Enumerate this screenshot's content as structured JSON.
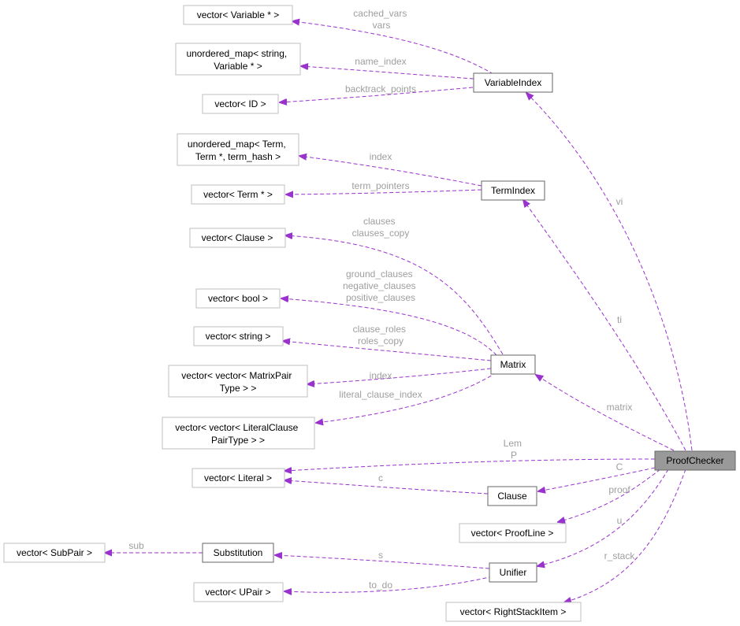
{
  "title": "ProofChecker",
  "colors": {
    "edge": "#9a32cd",
    "label": "#9e9e9e",
    "focus_fill": "#999999"
  },
  "nodes": {
    "n_vec_var": {
      "lines": [
        "vector< Variable * >"
      ]
    },
    "n_umap_var": {
      "lines": [
        "unordered_map< string,",
        "Variable * >"
      ]
    },
    "n_vec_id": {
      "lines": [
        "vector< ID >"
      ]
    },
    "n_varindex": {
      "lines": [
        "VariableIndex"
      ]
    },
    "n_umap_term": {
      "lines": [
        "unordered_map< Term,",
        "Term *, term_hash >"
      ]
    },
    "n_vec_term": {
      "lines": [
        "vector< Term * >"
      ]
    },
    "n_termindex": {
      "lines": [
        "TermIndex"
      ]
    },
    "n_vec_clause": {
      "lines": [
        "vector< Clause >"
      ]
    },
    "n_vec_bool": {
      "lines": [
        "vector< bool >"
      ]
    },
    "n_vec_string": {
      "lines": [
        "vector< string >"
      ]
    },
    "n_vec_mp": {
      "lines": [
        "vector< vector< MatrixPair",
        "Type > >"
      ]
    },
    "n_vec_lc": {
      "lines": [
        "vector< vector< LiteralClause",
        "PairType > >"
      ]
    },
    "n_matrix": {
      "lines": [
        "Matrix"
      ]
    },
    "n_vec_lit": {
      "lines": [
        "vector< Literal >"
      ]
    },
    "n_clause": {
      "lines": [
        "Clause"
      ]
    },
    "n_proofchecker": {
      "lines": [
        "ProofChecker"
      ]
    },
    "n_vec_pl": {
      "lines": [
        "vector< ProofLine >"
      ]
    },
    "n_vec_subpair": {
      "lines": [
        "vector< SubPair >"
      ]
    },
    "n_subst": {
      "lines": [
        "Substitution"
      ]
    },
    "n_unifier": {
      "lines": [
        "Unifier"
      ]
    },
    "n_vec_upair": {
      "lines": [
        "vector< UPair >"
      ]
    },
    "n_vec_rsi": {
      "lines": [
        "vector< RightStackItem >"
      ]
    }
  },
  "edges": {
    "e_vi_vecvar": {
      "labels": [
        "cached_vars",
        "vars"
      ]
    },
    "e_vi_umapvar": {
      "labels": [
        "name_index"
      ]
    },
    "e_vi_vecid": {
      "labels": [
        "backtrack_points"
      ]
    },
    "e_ti_umapterm": {
      "labels": [
        "index"
      ]
    },
    "e_ti_vecterm": {
      "labels": [
        "term_pointers"
      ]
    },
    "e_m_clause": {
      "labels": [
        "clauses",
        "clauses_copy"
      ]
    },
    "e_m_bool": {
      "labels": [
        "ground_clauses",
        "negative_clauses",
        "positive_clauses"
      ]
    },
    "e_m_string": {
      "labels": [
        "clause_roles",
        "roles_copy"
      ]
    },
    "e_m_mp": {
      "labels": [
        "index"
      ]
    },
    "e_m_lc": {
      "labels": [
        "literal_clause_index"
      ]
    },
    "e_pc_lit": {
      "labels": [
        "Lem",
        "P"
      ]
    },
    "e_cl_lit": {
      "labels": [
        "c"
      ]
    },
    "e_pc_vi": {
      "labels": [
        "vi"
      ]
    },
    "e_pc_ti": {
      "labels": [
        "ti"
      ]
    },
    "e_pc_matrix": {
      "labels": [
        "matrix"
      ]
    },
    "e_pc_clause": {
      "labels": [
        "C"
      ]
    },
    "e_pc_pl": {
      "labels": [
        "proof"
      ]
    },
    "e_pc_unifier": {
      "labels": [
        "u"
      ]
    },
    "e_pc_rsi": {
      "labels": [
        "r_stack"
      ]
    },
    "e_sub_subpair": {
      "labels": [
        "sub"
      ]
    },
    "e_un_subst": {
      "labels": [
        "s"
      ]
    },
    "e_un_upair": {
      "labels": [
        "to_do"
      ]
    }
  }
}
